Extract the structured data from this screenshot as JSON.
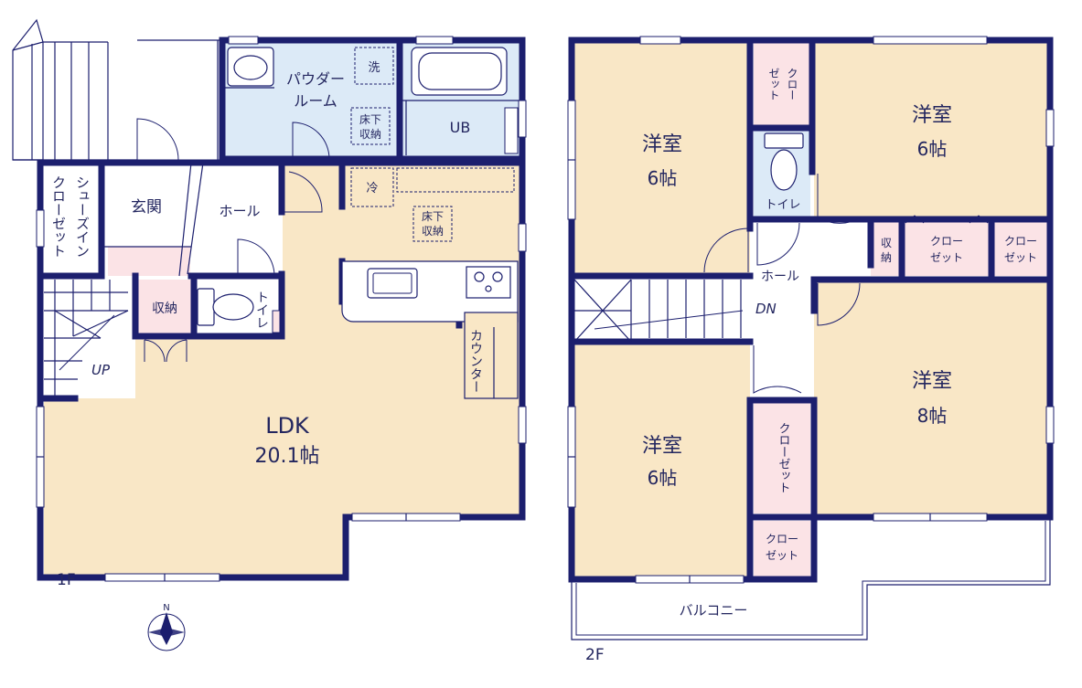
{
  "colors": {
    "wall": "#1c1f6e",
    "living": "#f9e7c6",
    "wet": "#dceaf7",
    "closet": "#fbe3e6",
    "hall": "#ffffff",
    "text": "#23265f"
  },
  "floor1": {
    "label": "1F",
    "shoe_closet": "シューズイン\nクローゼット",
    "entrance": "玄関",
    "hall": "ホール",
    "powder_room": "パウダー\nルーム",
    "washer": "洗",
    "underfloor_storage_1": "床下\n収納",
    "bath": "UB",
    "fridge": "冷",
    "underfloor_storage_2": "床下\n収納",
    "storage": "収納",
    "toilet": "トイレ",
    "counter": "カウンター",
    "stairs_up": "UP",
    "ldk": "LDK",
    "ldk_size": "20.1帖"
  },
  "floor2": {
    "label": "2F",
    "room_nw": "洋室",
    "room_nw_size": "6帖",
    "closet_top": "クロー\nゼット",
    "room_ne": "洋室",
    "room_ne_size": "6帖",
    "toilet": "トイレ",
    "storage": "収\n納",
    "closet_mid_1": "クロー\nゼット",
    "closet_mid_2": "クロー\nゼット",
    "hall": "ホール",
    "stairs_down": "DN",
    "room_se": "洋室",
    "room_se_size": "8帖",
    "room_sw": "洋室",
    "room_sw_size": "6帖",
    "closet_v": "クローゼット",
    "closet_bottom": "クロー\nゼット",
    "balcony": "バルコニー"
  },
  "compass": {
    "north": "N"
  }
}
